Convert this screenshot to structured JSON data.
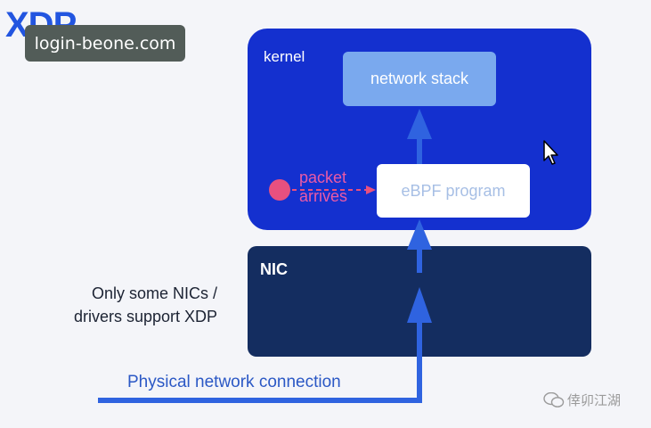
{
  "title": "XDP",
  "watermark": "login-beone.com",
  "kernel": {
    "label": "kernel",
    "network_stack": "network stack",
    "ebpf_program": "eBPF program",
    "packet_line1": "packet",
    "packet_line2": "arrives"
  },
  "nic": {
    "label": "NIC"
  },
  "note": {
    "line1": "Only some NICs /",
    "line2": "drivers support XDP"
  },
  "connection_label": "Physical network connection",
  "wechat_watermark": "倖卯江湖",
  "colors": {
    "kernel_bg": "#1430cf",
    "nic_bg": "#142d60",
    "arrow": "#2f63e0",
    "packet": "#e8507f"
  },
  "icons": [
    "mouse-cursor-icon",
    "wechat-icon"
  ]
}
